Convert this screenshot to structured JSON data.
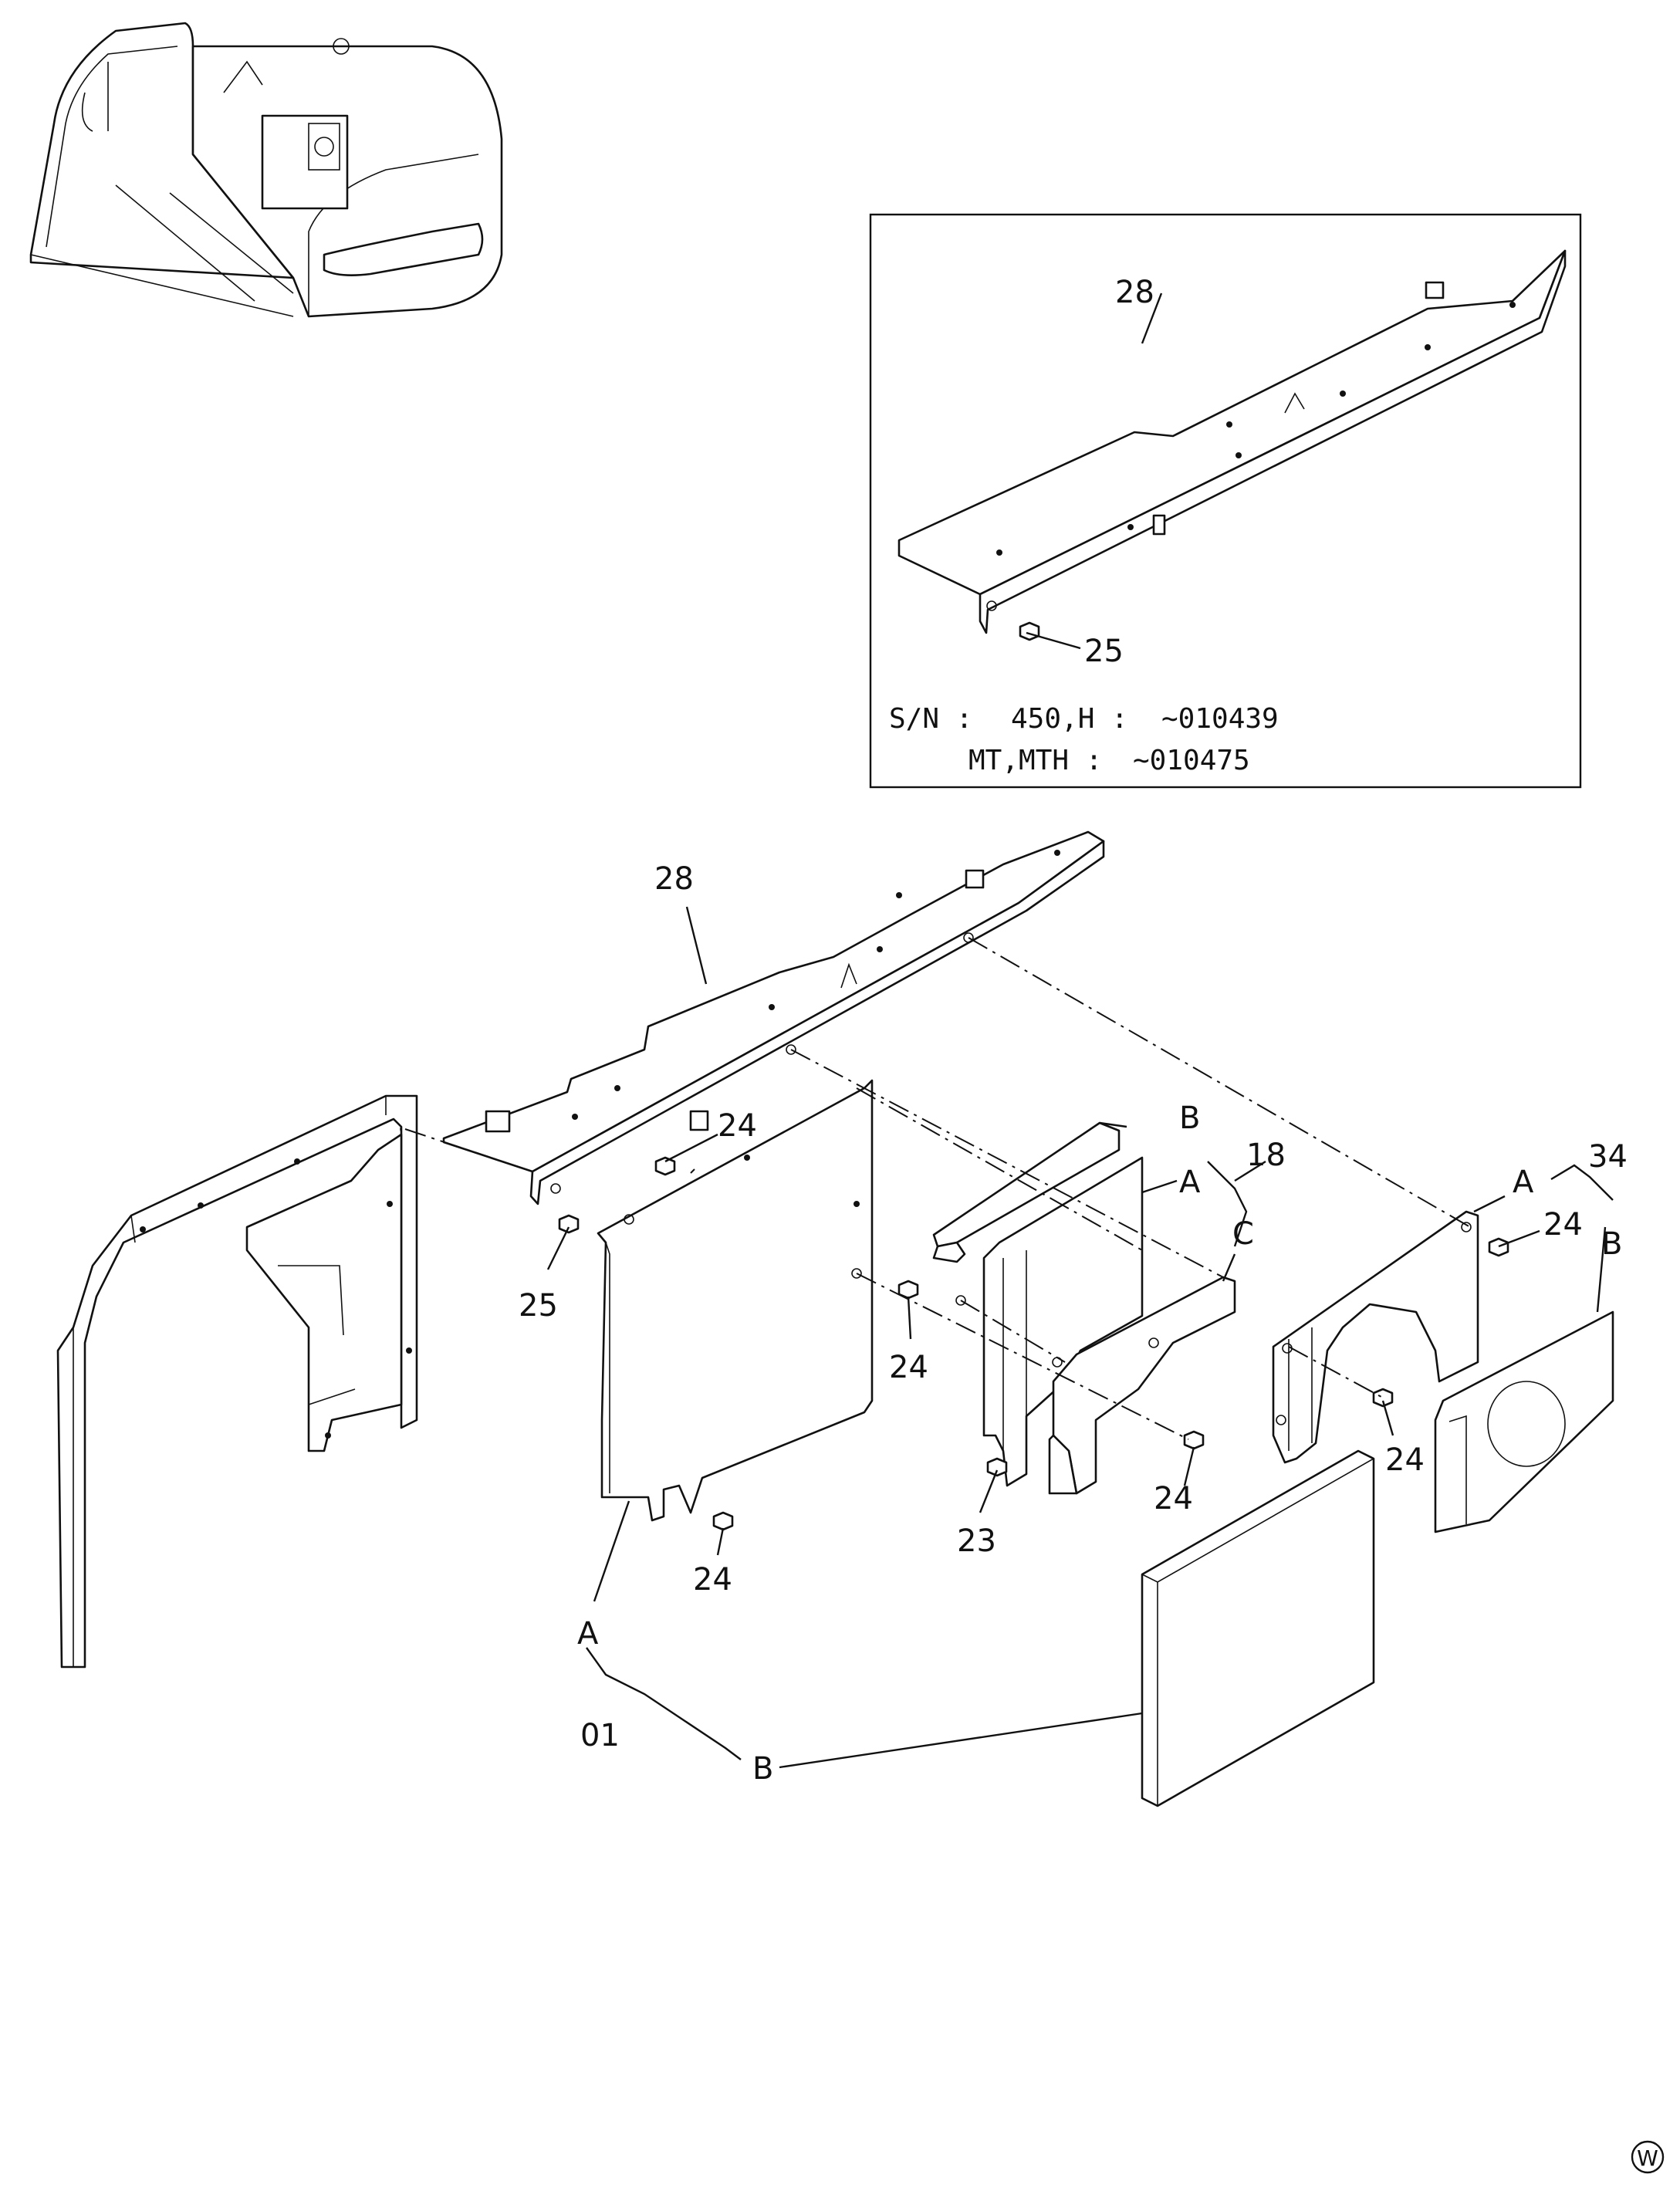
{
  "callouts": {
    "inset_28": "28",
    "inset_25": "25",
    "main_28": "28",
    "bolt_24_a": "24",
    "bolt_25": "25",
    "bolt_24_b": "24",
    "bolt_24_c": "24",
    "bolt_23": "23",
    "bolt_24_d": "24",
    "bolt_24_e": "24",
    "bolt_24_f": "24",
    "assy_18": "18",
    "assy_34": "34",
    "assy_01": "01",
    "ref_B_18": "B",
    "ref_A_18": "A",
    "ref_C_18": "C",
    "ref_A_34": "A",
    "ref_B_34": "B",
    "ref_A_01": "A",
    "ref_B_01": "B"
  },
  "serial": {
    "line1_prefix": "S/N  :",
    "line1_model": "450,H  :",
    "line1_range": "∼010439",
    "line2_model": "MT,MTH  :",
    "line2_range": "∼010475"
  },
  "corner_mark": "W"
}
